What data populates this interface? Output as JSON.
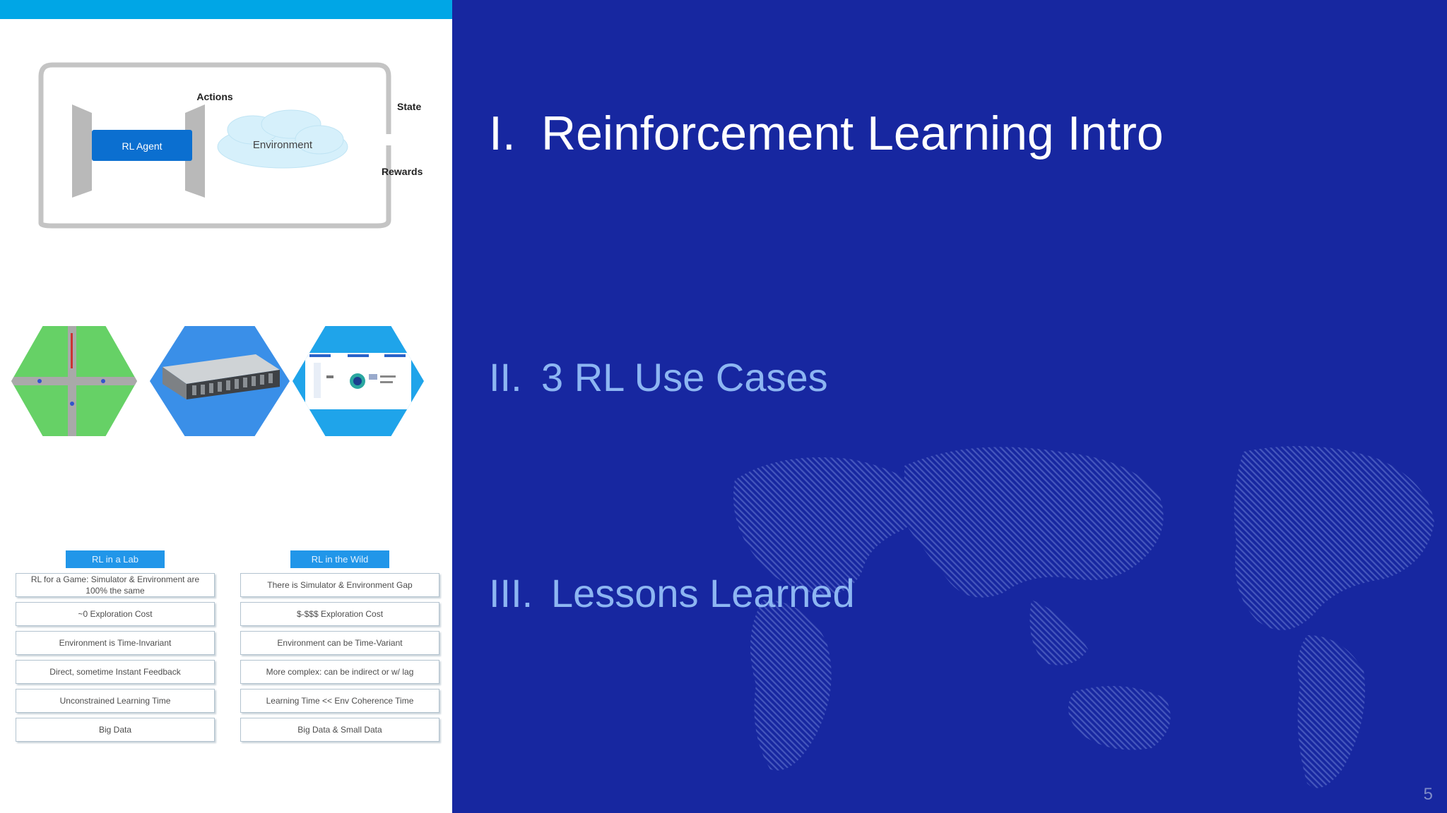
{
  "diagram": {
    "agent_label": "RL Agent",
    "environment_label": "Environment",
    "actions_label": "Actions",
    "state_label": "State",
    "rewards_label": "Rewards"
  },
  "comparison": {
    "lab": {
      "header": "RL in a Lab",
      "rows": [
        "RL for a Game: Simulator & Environment are 100% the same",
        "~0 Exploration Cost",
        "Environment is Time-Invariant",
        "Direct, sometime Instant Feedback",
        "Unconstrained Learning Time",
        "Big Data"
      ]
    },
    "wild": {
      "header": "RL in the Wild",
      "rows": [
        "There is Simulator & Environment Gap",
        "$-$$$ Exploration Cost",
        "Environment can be Time-Variant",
        "More complex: can be indirect or w/ lag",
        "Learning Time << Env Coherence Time",
        "Big Data & Small Data"
      ]
    }
  },
  "agenda": [
    {
      "numeral": "I.",
      "text": "Reinforcement Learning Intro"
    },
    {
      "numeral": "II.",
      "text": "3 RL Use Cases"
    },
    {
      "numeral": "III.",
      "text": "Lessons Learned"
    }
  ],
  "slide_number": "5",
  "colors": {
    "accent": "#00a6e6",
    "background_right": "#1727a0",
    "agenda_active": "#ffffff",
    "agenda_inactive": "#8db6f2",
    "agent_box": "#0b6fd0",
    "environment_cloud": "#d6f0fb"
  }
}
